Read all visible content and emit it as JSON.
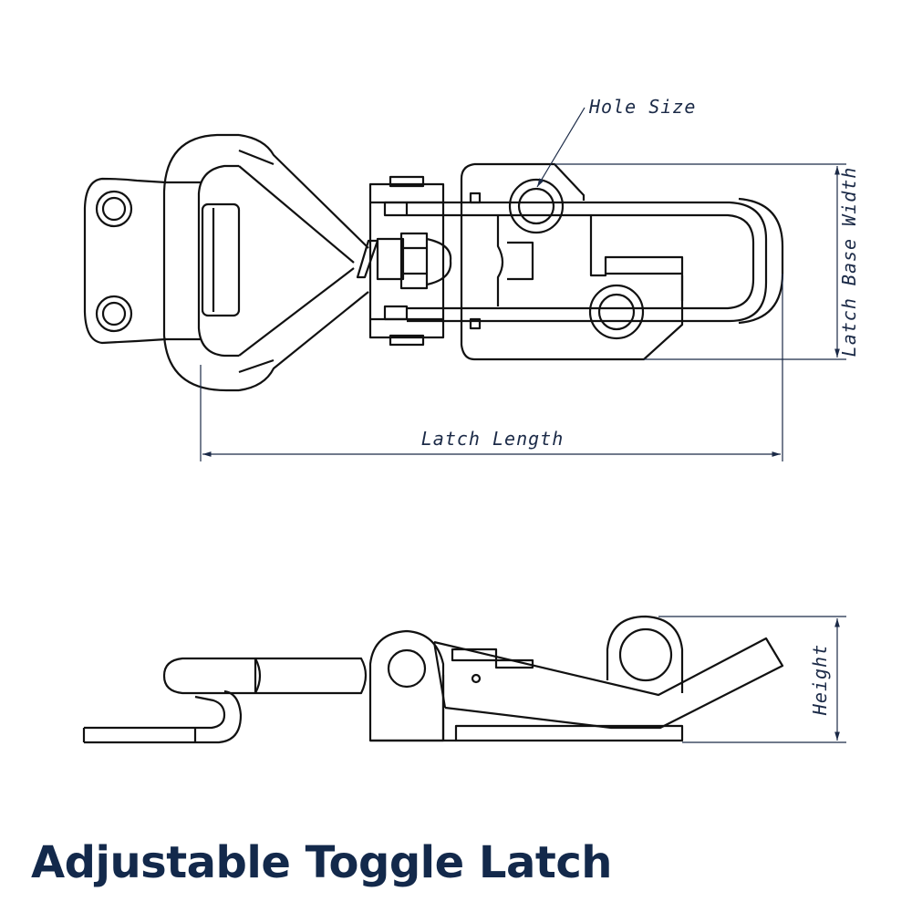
{
  "title": "Adjustable Toggle Latch",
  "labels": {
    "hole_size": "Hole Size",
    "latch_base_width": "Latch Base Width",
    "latch_length": "Latch Length",
    "height": "Height"
  },
  "colors": {
    "line": "#111111",
    "dimension": "#1b2a47",
    "title": "#13294b",
    "background": "#ffffff"
  }
}
